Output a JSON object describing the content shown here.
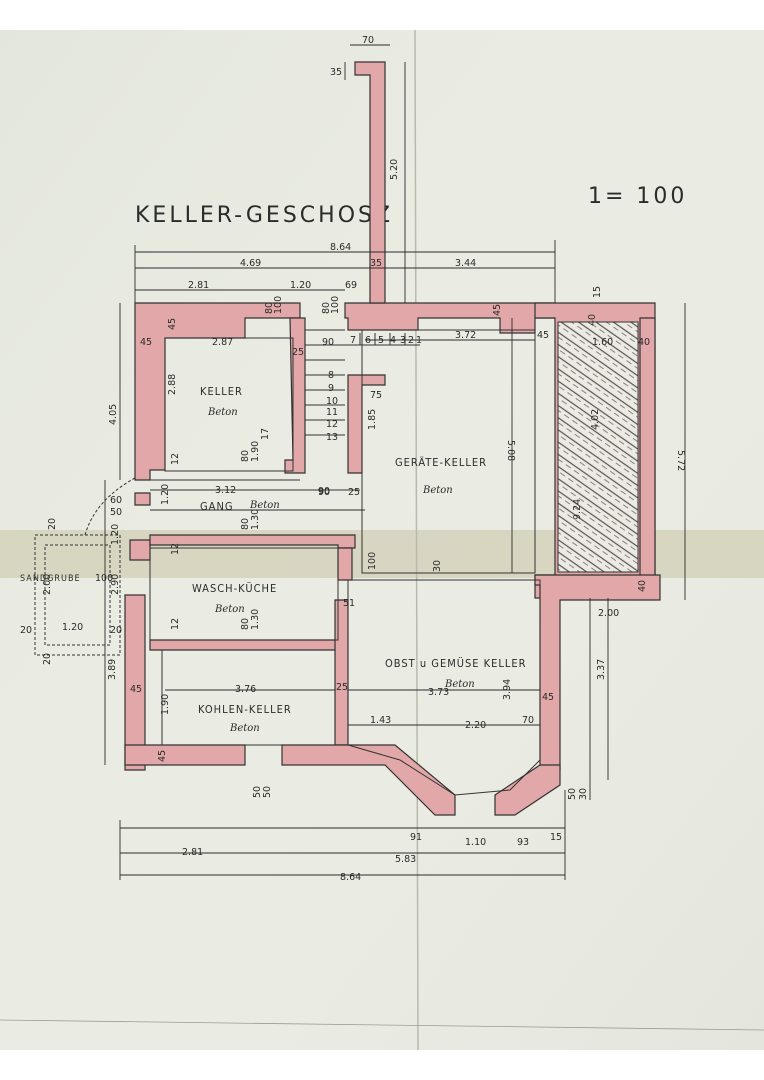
{
  "title": "KELLER-GESCHOSZ",
  "scale": "1= 100",
  "rooms": {
    "keller": {
      "name": "KELLER",
      "floor": "Beton"
    },
    "geraete": {
      "name": "GERÄTE-KELLER",
      "floor": "Beton"
    },
    "gang": {
      "name": "GANG",
      "floor": "Beton"
    },
    "wasch": {
      "name": "WASCH-KÜCHE",
      "floor": "Beton"
    },
    "obst": {
      "name": "OBST u GEMÜSE KELLER",
      "floor": "Beton"
    },
    "kohlen": {
      "name": "KOHLEN-KELLER",
      "floor": "Beton"
    },
    "sandgrube": {
      "name": "SANDGRUBE"
    }
  },
  "dims": {
    "top_total": "8.64",
    "top_469": "4.69",
    "top_344": "3.44",
    "top_35": "35",
    "top_281": "2.81",
    "top_120": "1.20",
    "top_69": "69",
    "chim_70": "70",
    "chim_35": "35",
    "chim_520": "5.20",
    "k_287": "2.87",
    "k_288": "2.88",
    "k_45a": "45",
    "k_45b": "45",
    "k_25": "25",
    "k_90": "90",
    "k_80a": "80",
    "k_100a": "100",
    "k_80b": "80",
    "k_100b": "100",
    "g_372": "3.72",
    "g_508": "5.08",
    "g_45": "45",
    "g_45b": "45",
    "g_185": "1.85",
    "g_75": "75",
    "g_90": "90",
    "g_25": "25",
    "g_15": "15",
    "g_40a": "40",
    "g_40b": "40",
    "g_160": "1.60",
    "g_402": "4.02",
    "g_924": "9.24",
    "g_572": "5.72",
    "g_200": "2.00",
    "g_40c": "40",
    "gang_312": "3.12",
    "gang_120": "1.20",
    "gang_90": "90",
    "gang_25": "25",
    "gang_60": "60",
    "gang_50": "50",
    "k_80c": "80",
    "k_190": "1.90",
    "k_12": "12",
    "k_17": "17",
    "left_405": "4.05",
    "left_120": "1.20",
    "left_290": "2.90",
    "left_389": "3.89",
    "left_20a": "20",
    "left_20b": "20",
    "left_20c": "20",
    "sg_200": "2.00",
    "sg_120": "1.20",
    "sg_20a": "20",
    "sg_20b": "20",
    "sg_20c": "20",
    "w_80": "80",
    "w_130": "1.30",
    "w_12a": "12",
    "w_12b": "12",
    "w_80b": "80",
    "w_130b": "1.30",
    "w_51": "51",
    "w_100": "100",
    "w_30": "30",
    "o_373": "3.73",
    "o_394": "3.94",
    "o_45": "45",
    "o_143": "1.43",
    "o_220": "2.20",
    "o_70": "70",
    "o_337": "3.37",
    "o_50": "50",
    "o_30": "30",
    "ko_376": "3.76",
    "ko_190": "1.90",
    "ko_45a": "45",
    "ko_45b": "45",
    "ko_25": "25",
    "ko_50a": "50",
    "ko_50b": "50",
    "b_91": "91",
    "b_110": "1.10",
    "b_93": "93",
    "b_15": "15",
    "b_281": "2.81",
    "b_583": "5.83",
    "b_864": "8.64",
    "stairs": [
      "7",
      "6",
      "5",
      "4",
      "3",
      "2",
      "1",
      "8",
      "9",
      "10",
      "11",
      "12",
      "13"
    ]
  }
}
